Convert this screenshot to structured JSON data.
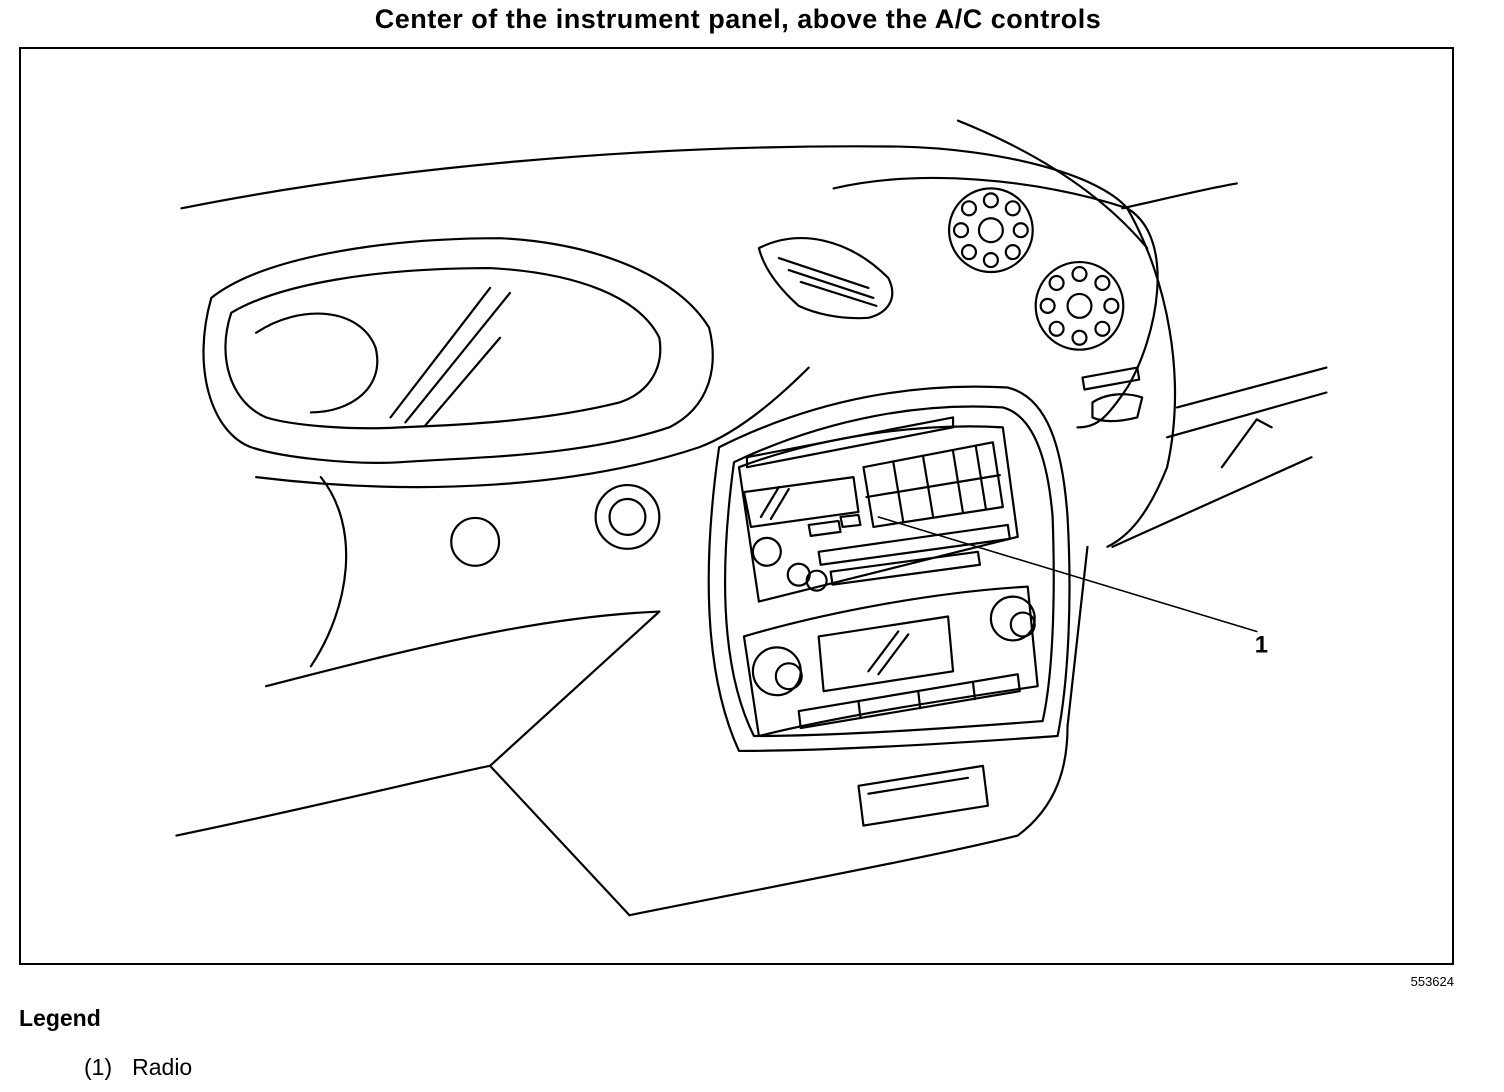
{
  "title": "Center of the instrument panel, above the A/C controls",
  "figure_id": "553624",
  "legend": {
    "heading": "Legend",
    "items": [
      {
        "number": "(1)",
        "label": "Radio"
      }
    ]
  },
  "callouts": [
    {
      "number": "1",
      "target": "Radio"
    }
  ],
  "colors": {
    "line": "#000000",
    "background": "#ffffff"
  }
}
